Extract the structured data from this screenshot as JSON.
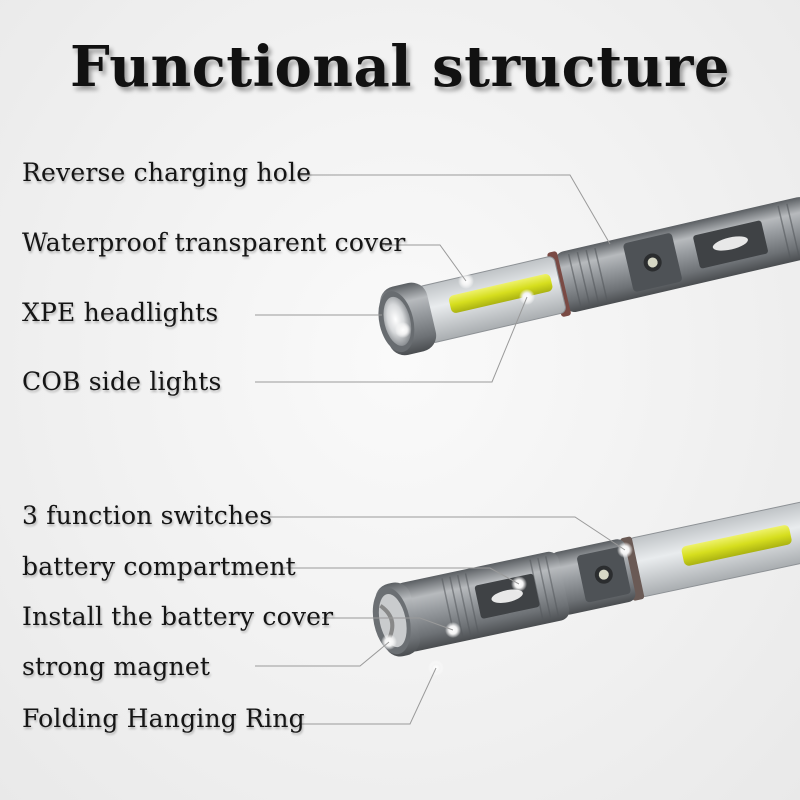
{
  "title": "Functional structure",
  "colors": {
    "background": "#f2f2f2",
    "text": "#151515",
    "cob_light": "#d9e21f",
    "body_metal": "#8a8e92",
    "leader_line": "#9a9a9a"
  },
  "groups": [
    {
      "name": "top-flashlight",
      "labels": [
        "Reverse charging hole",
        "Waterproof transparent cover",
        "XPE headlights",
        "COB side lights"
      ]
    },
    {
      "name": "bottom-flashlight",
      "labels": [
        "3 function switches",
        "battery compartment",
        "Install the battery cover",
        "strong magnet",
        "Folding Hanging Ring"
      ]
    }
  ]
}
